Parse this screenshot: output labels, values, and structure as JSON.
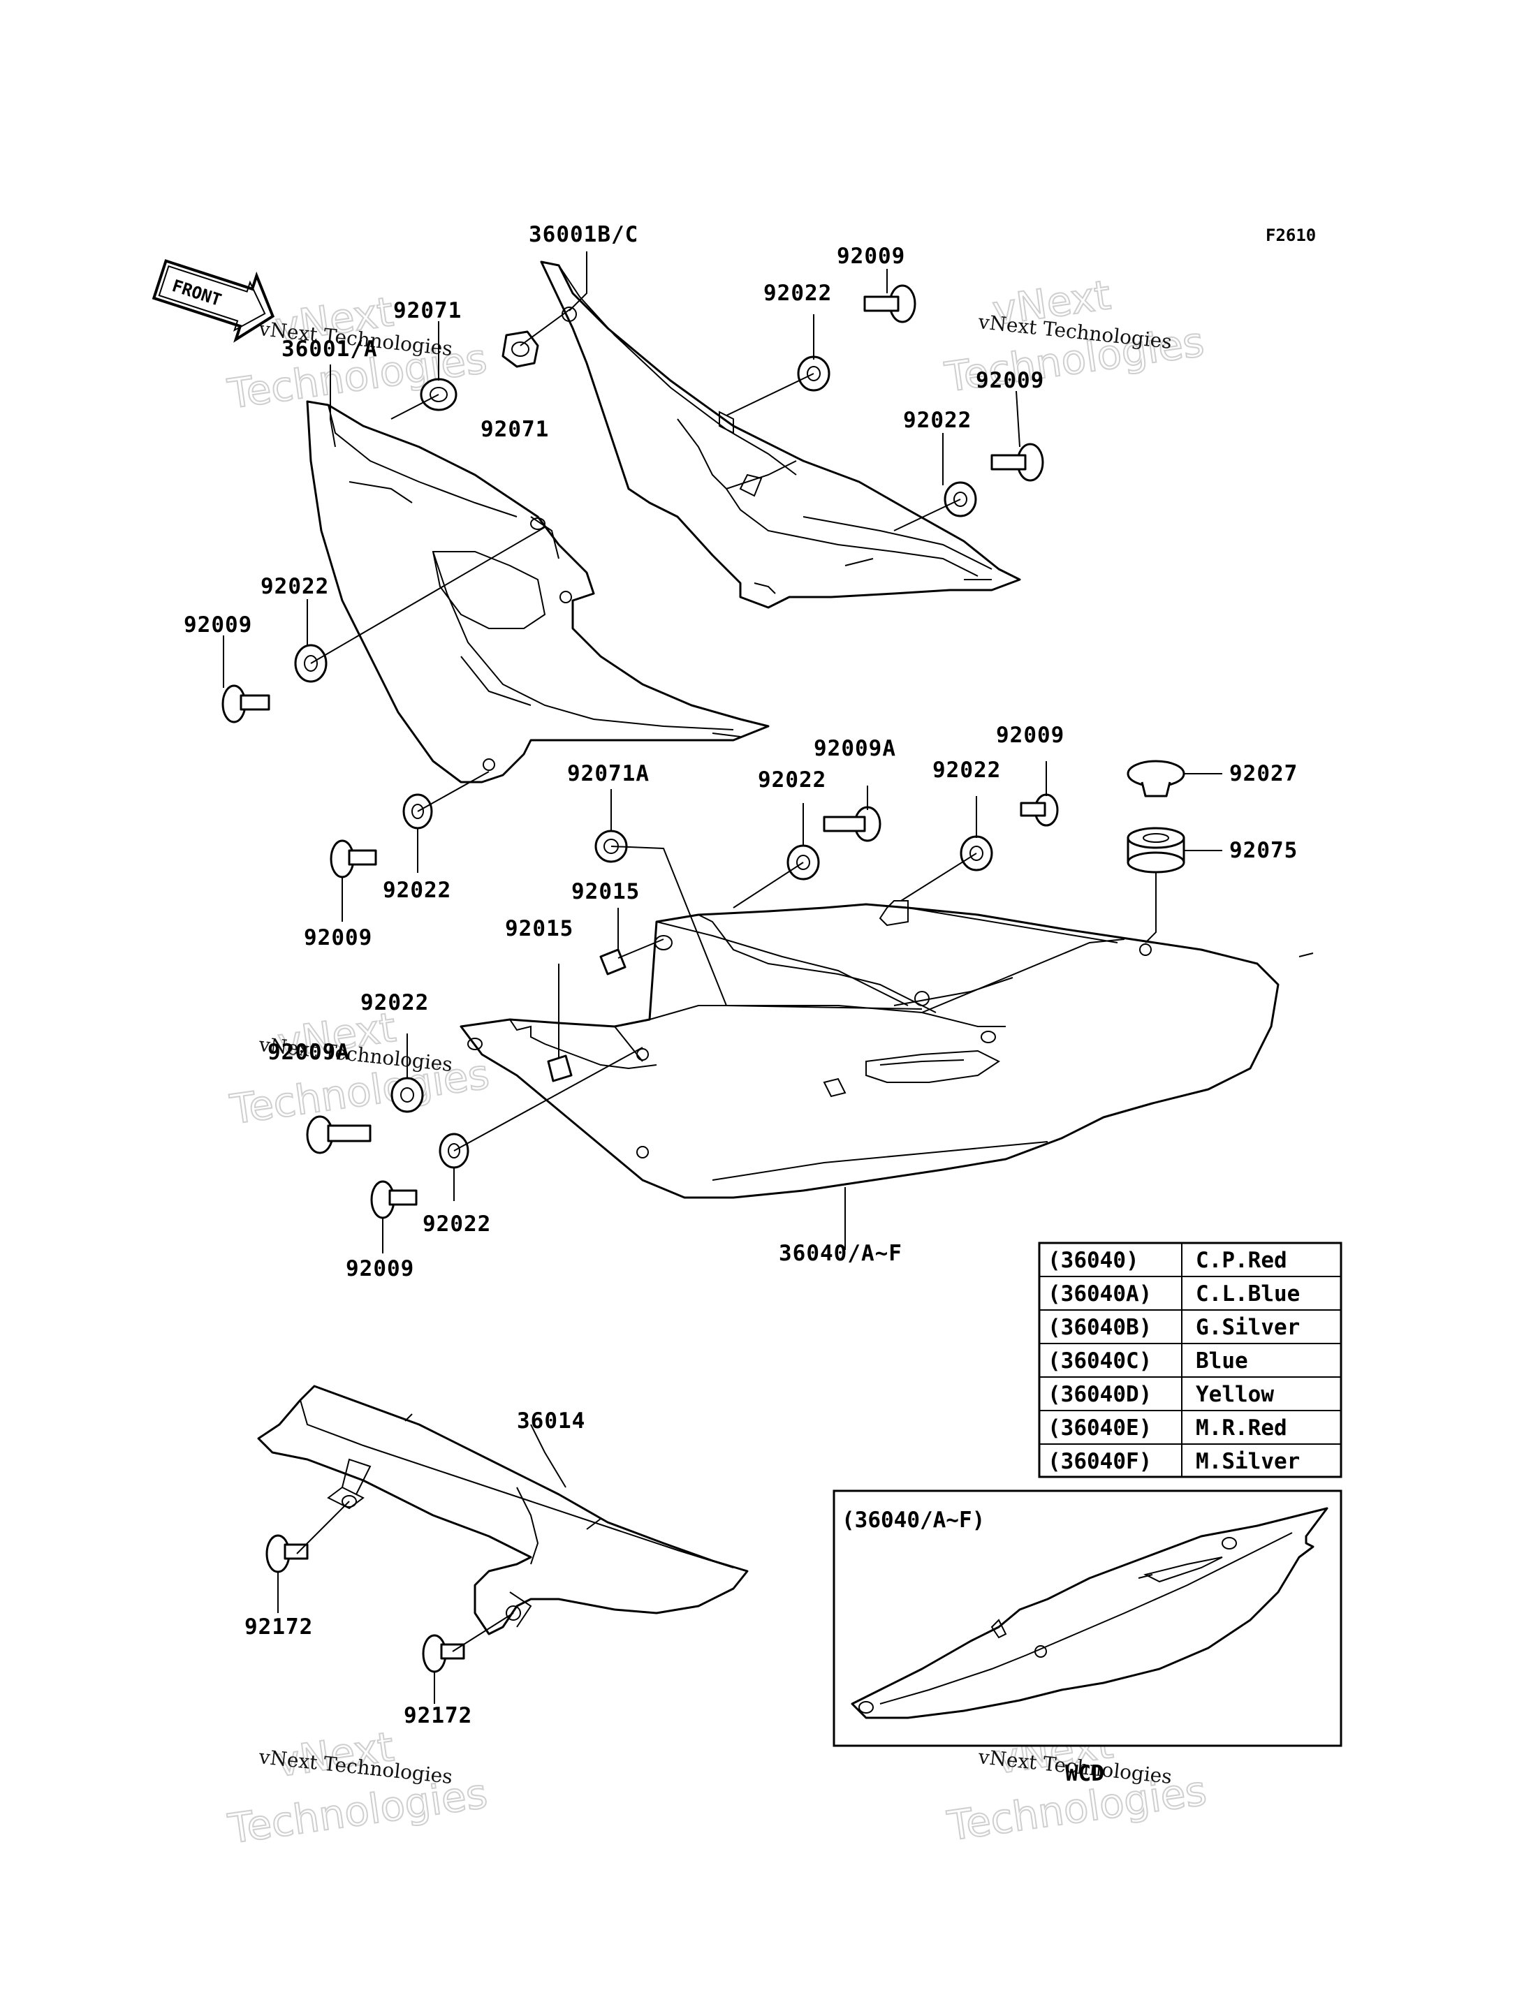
{
  "figure_code": "F2610",
  "front_arrow_label": "FRONT",
  "watermark": {
    "line1": "vNext",
    "line2": "Technologies",
    "small": "vNext Technologies"
  },
  "labels": {
    "p36001bc": "36001B/C",
    "p36001a": "36001/A",
    "p92071_a": "92071",
    "p92071_b": "92071",
    "p92022_1": "92022",
    "p92009_1": "92009",
    "p92022_2": "92022",
    "p92009_2": "92009",
    "p92022_3": "92022",
    "p92009_3": "92009",
    "p92022_4": "92022",
    "p92009_4": "92009",
    "p92071a": "92071A",
    "p92022_5": "92022",
    "p92009a_1": "92009A",
    "p92022_6": "92022",
    "p92009_5": "92009",
    "p92027": "92027",
    "p92075": "92075",
    "p92015_1": "92015",
    "p92015_2": "92015",
    "p92022_7": "92022",
    "p92009a_2": "92009A",
    "p92022_8": "92022",
    "p92009_6": "92009",
    "p36040": "36040/A~F",
    "p36014": "36014",
    "p92172_1": "92172",
    "p92172_2": "92172"
  },
  "color_table": [
    {
      "code": "(36040)",
      "color": "C.P.Red"
    },
    {
      "code": "(36040A)",
      "color": "C.L.Blue"
    },
    {
      "code": "(36040B)",
      "color": "G.Silver"
    },
    {
      "code": "(36040C)",
      "color": "Blue"
    },
    {
      "code": "(36040D)",
      "color": "Yellow"
    },
    {
      "code": "(36040E)",
      "color": "M.R.Red"
    },
    {
      "code": "(36040F)",
      "color": "M.Silver"
    }
  ],
  "inset": {
    "title": "(36040/A~F)",
    "caption": "WCD"
  }
}
